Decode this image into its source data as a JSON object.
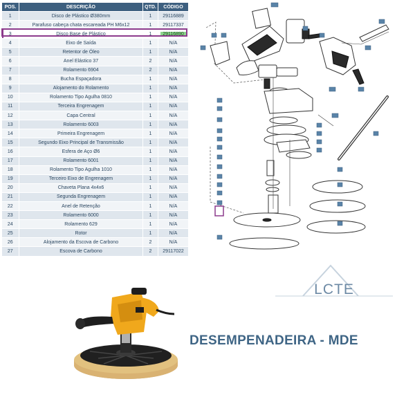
{
  "table": {
    "headers": {
      "pos": "POS.",
      "desc": "DESCRIÇÃO",
      "qty": "QTD.",
      "code": "CÓDIGO"
    },
    "selected_pos": "3",
    "rows": [
      {
        "pos": "1",
        "desc": "Disco de Plástico Ø380mm",
        "qty": "1",
        "code": "29116889"
      },
      {
        "pos": "2",
        "desc": "Parafuso cabeça chata escareada PH M6x12",
        "qty": "1",
        "code": "29117337"
      },
      {
        "pos": "3",
        "desc": "Disco Base de Plástico",
        "qty": "1",
        "code": "29116890"
      },
      {
        "pos": "4",
        "desc": "Eixo de Saída",
        "qty": "1",
        "code": "N/A"
      },
      {
        "pos": "5",
        "desc": "Retentor de Óleo",
        "qty": "1",
        "code": "N/A"
      },
      {
        "pos": "6",
        "desc": "Anel Elástico 37",
        "qty": "2",
        "code": "N/A"
      },
      {
        "pos": "7",
        "desc": "Rolamento 6904",
        "qty": "2",
        "code": "N/A"
      },
      {
        "pos": "8",
        "desc": "Bucha Espaçadora",
        "qty": "1",
        "code": "N/A"
      },
      {
        "pos": "9",
        "desc": "Alojamento do Rolamento",
        "qty": "1",
        "code": "N/A"
      },
      {
        "pos": "10",
        "desc": "Rolamento Tipo Agulha 0810",
        "qty": "1",
        "code": "N/A"
      },
      {
        "pos": "11",
        "desc": "Terceira Engrenagem",
        "qty": "1",
        "code": "N/A"
      },
      {
        "pos": "12",
        "desc": "Capa Central",
        "qty": "1",
        "code": "N/A"
      },
      {
        "pos": "13",
        "desc": "Rolamento 6003",
        "qty": "1",
        "code": "N/A"
      },
      {
        "pos": "14",
        "desc": "Primeira Engrenagem",
        "qty": "1",
        "code": "N/A"
      },
      {
        "pos": "15",
        "desc": "Segundo Eixo Principal de Transmissão",
        "qty": "1",
        "code": "N/A"
      },
      {
        "pos": "16",
        "desc": "Esfera de Aço Ø6",
        "qty": "1",
        "code": "N/A"
      },
      {
        "pos": "17",
        "desc": "Rolamento 6001",
        "qty": "1",
        "code": "N/A"
      },
      {
        "pos": "18",
        "desc": "Rolamento Tipo Agulha 1010",
        "qty": "1",
        "code": "N/A"
      },
      {
        "pos": "19",
        "desc": "Terceiro Eixo de Engrenagem",
        "qty": "1",
        "code": "N/A"
      },
      {
        "pos": "20",
        "desc": "Chaveta Plana 4x4x6",
        "qty": "1",
        "code": "N/A"
      },
      {
        "pos": "21",
        "desc": "Segunda Engrenagem",
        "qty": "1",
        "code": "N/A"
      },
      {
        "pos": "22",
        "desc": "Anel de Retenção",
        "qty": "1",
        "code": "N/A"
      },
      {
        "pos": "23",
        "desc": "Rolamento 6000",
        "qty": "1",
        "code": "N/A"
      },
      {
        "pos": "24",
        "desc": "Rolamento 629",
        "qty": "1",
        "code": "N/A"
      },
      {
        "pos": "25",
        "desc": "Rotor",
        "qty": "1",
        "code": "N/A"
      },
      {
        "pos": "26",
        "desc": "Alojamento da Escova de Carbono",
        "qty": "2",
        "code": "N/A"
      },
      {
        "pos": "27",
        "desc": "Escova de Carbono",
        "qty": "2",
        "code": "29117022"
      }
    ]
  },
  "brand": {
    "name": "LCTE"
  },
  "product": {
    "title": "DESEMPENADEIRA - MDE"
  },
  "icons": {
    "diagram": "exploded-parts-diagram",
    "logo": "lcte-logo",
    "photo": "wall-sander-photo"
  },
  "colors": {
    "header_bg": "#3d5f7f",
    "row_odd": "#dfe6ed",
    "row_even": "#f1f4f7",
    "highlight_border": "#8c3a8c",
    "code_highlight": "#8fd68f",
    "title_color": "#3f6585",
    "tool_yellow": "#f0a81c"
  }
}
